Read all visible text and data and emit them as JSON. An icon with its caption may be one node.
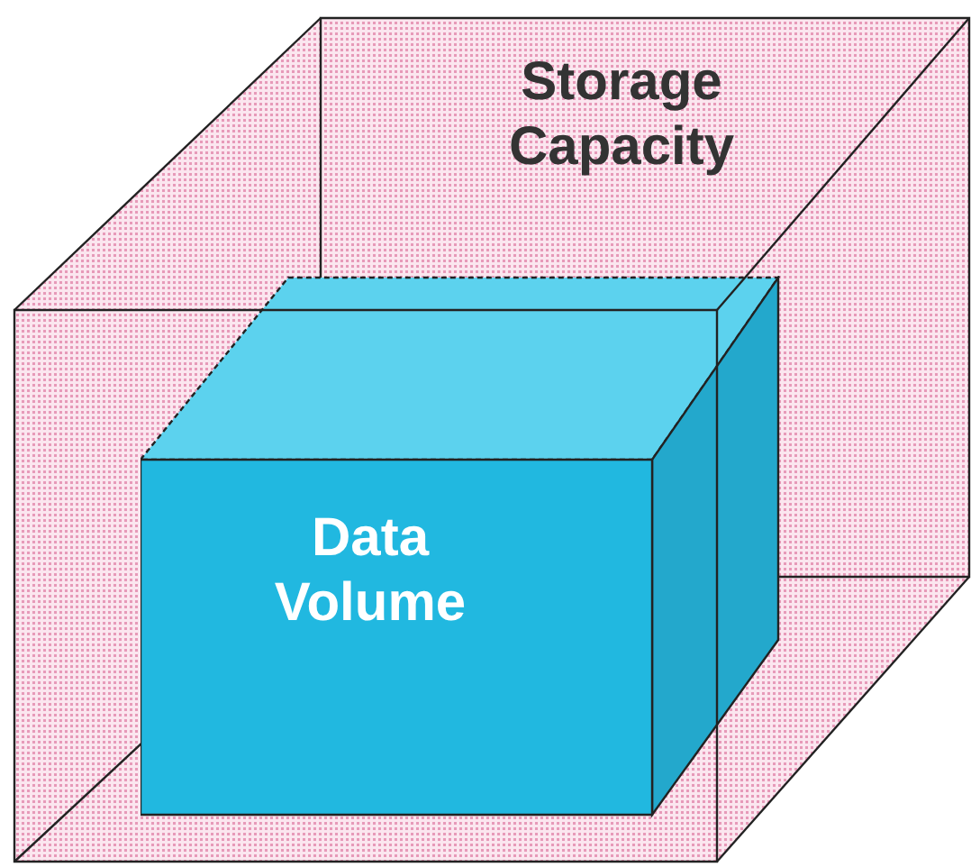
{
  "diagram": {
    "nodes": [
      {
        "text": [
          "Storage Capacity"
        ]
      },
      {
        "text": [
          "Data Volume"
        ],
        "in": 0
      }
    ]
  }
}
